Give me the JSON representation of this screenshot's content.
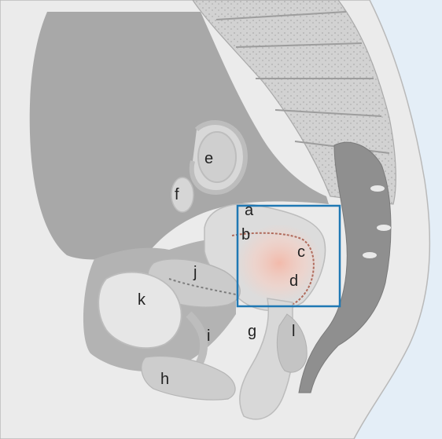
{
  "labels": {
    "a": "a",
    "b": "b",
    "c": "c",
    "d": "d",
    "e": "e",
    "f": "f",
    "g": "g",
    "h": "h",
    "i": "i",
    "j": "j",
    "k": "k",
    "l": "l"
  },
  "colors": {
    "background": "#e4eef7",
    "highlight_box": "#1f78b4",
    "body_tissue": "#e9e9e9",
    "cavity": "#a9a9a9",
    "organ": "#d9d9d9",
    "spine": "#c8c8c8",
    "highlight_glow": "#f3b8a8"
  }
}
